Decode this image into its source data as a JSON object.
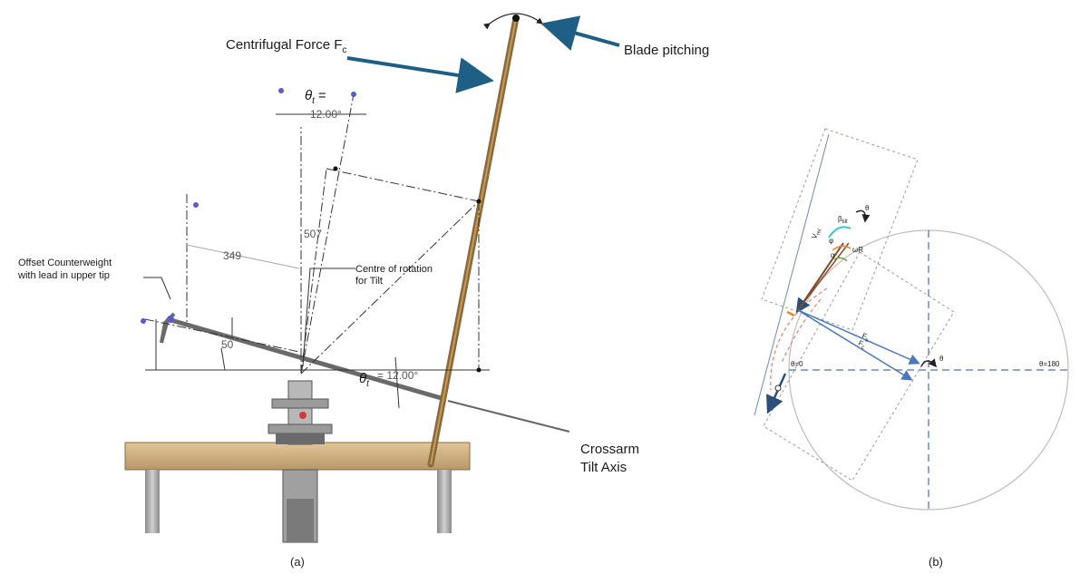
{
  "panel_a": {
    "caption": "(a)",
    "centrifugal_force_label": "Centrifugal Force F",
    "centrifugal_force_subscript": "c",
    "blade_pitching_label": "Blade pitching",
    "theta_t_top_symbol": "θ",
    "theta_t_top_subscript": "t",
    "theta_t_top_equals": "=",
    "theta_t_top_value": "12.00°",
    "dim_507": "507",
    "dim_349": "349",
    "dim_50": "50",
    "counterweight_line1": "Offset Counterweight",
    "counterweight_line2": "with lead in upper tip",
    "centre_rotation_line1": "Centre of rotation",
    "centre_rotation_line2": "for Tilt",
    "theta_t_bottom_symbol": "θ",
    "theta_t_bottom_subscript": "t",
    "theta_t_bottom_value": "= 12.00°",
    "crossarm_line1": "Crossarm",
    "crossarm_line2": "Tilt Axis"
  },
  "panel_b": {
    "caption": "(b)",
    "theta_0": "θ=0",
    "theta_180": "θ=180",
    "theta_center": "θ",
    "theta_tip": "θ",
    "v_rel": "V",
    "v_rel_sub": "rel",
    "beta_label": "β",
    "beta_sub": "tilt",
    "omega_r": "ωR",
    "phi": "φ",
    "alpha": "α",
    "f_s": "F",
    "f_s_sub": "s",
    "f_c": "F",
    "f_c_sub": "c"
  },
  "colors": {
    "arrow_blue": "#1f5f86",
    "blade_brown": "#8a6a3a",
    "table_wood": "#c8a878",
    "vector_blue": "#4a78b8",
    "dashed_red": "#e08070",
    "cyan_arc": "#38c8c8",
    "orange": "#e08a30",
    "green": "#6aa040"
  }
}
